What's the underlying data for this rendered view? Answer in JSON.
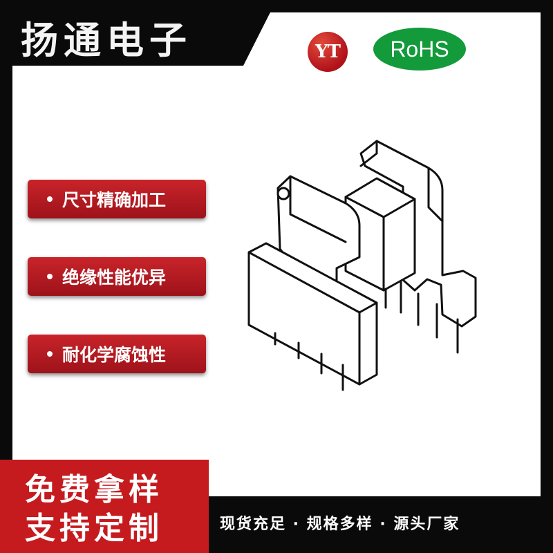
{
  "header": {
    "brand_title": "扬通电子"
  },
  "logos": {
    "yt_text": "YT",
    "rohs_text": "RoHS"
  },
  "features": [
    {
      "label": "尺寸精确加工"
    },
    {
      "label": "绝缘性能优异"
    },
    {
      "label": "耐化学腐蚀性"
    }
  ],
  "promo": {
    "line1": "免费拿样",
    "line2": "支持定制"
  },
  "footer": {
    "tagline": "现货充足 · 规格多样 · 源头厂家"
  },
  "colors": {
    "brand_red": "#c51a1e",
    "rohs_green": "#139a3a",
    "frame_black": "#0a0a0a"
  },
  "product": {
    "icon": "transformer-bobbin-icon"
  }
}
